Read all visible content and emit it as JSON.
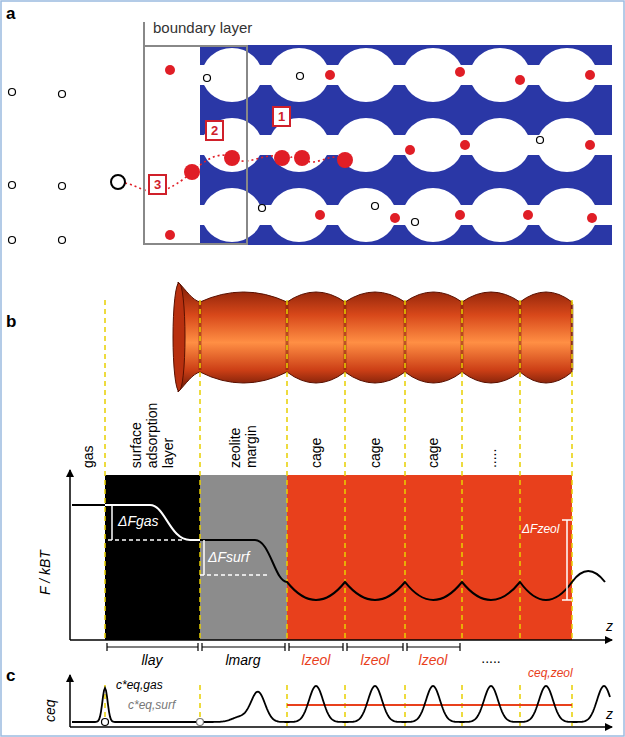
{
  "diagram": {
    "nodes": [
      {
        "text": [
          "boundary layer"
        ]
      },
      {
        "text": [
          "1"
        ]
      },
      {
        "text": [
          "2"
        ]
      },
      {
        "text": [
          "3"
        ],
        "in": 0
      },
      {
        "text": [
          "ΔFgas"
        ]
      },
      {
        "text": [
          "ΔFsurf"
        ]
      },
      {
        "text": [
          "ΔFzeol"
        ]
      }
    ],
    "labels": [
      "a",
      "b",
      "gas",
      "surface adsorption layer",
      "zeolite margin",
      "cage",
      "cage",
      "cage",
      ".....",
      "F / kBT",
      "z",
      "llay",
      "lmarg",
      "lzeol",
      "lzeol",
      "lzeol",
      ".....",
      "c",
      "ceq",
      "c*eq,gas",
      "c*eq,surf",
      "ceq,zeol",
      "z"
    ]
  }
}
